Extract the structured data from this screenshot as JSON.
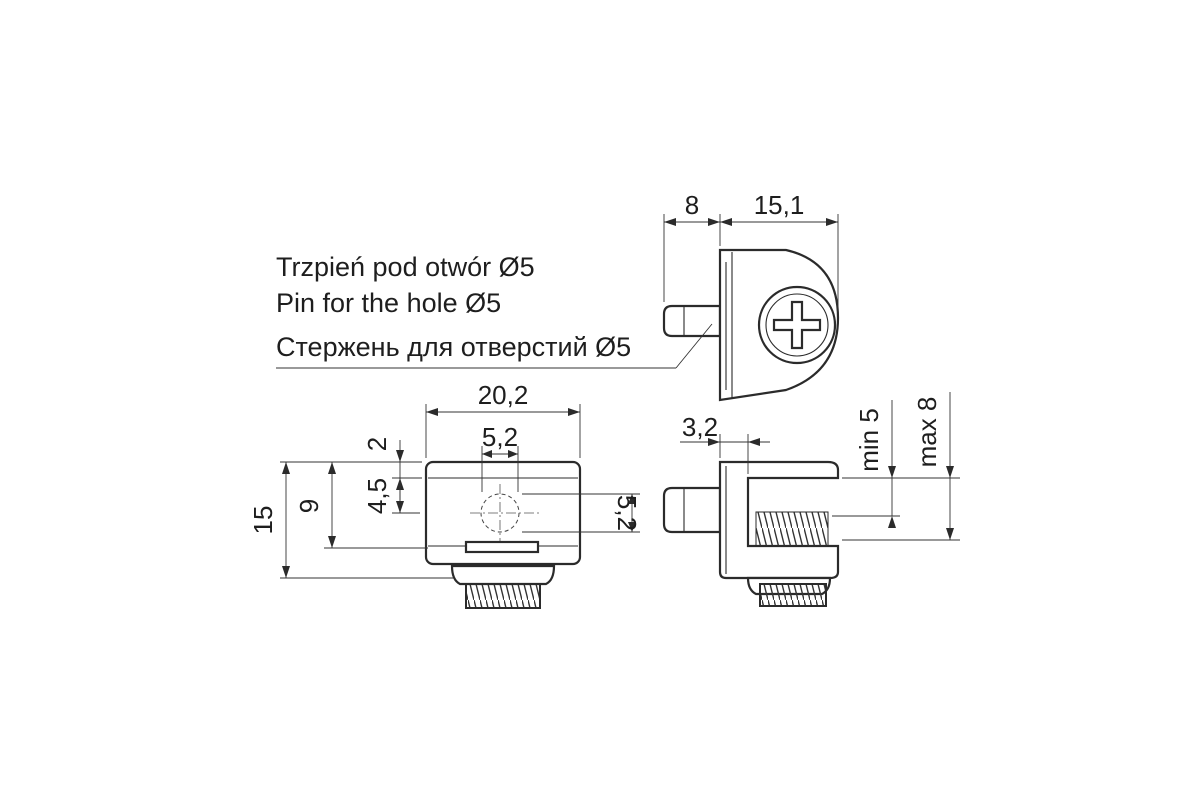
{
  "note": {
    "line_pl": "Trzpień pod otwór Ø5",
    "line_en": "Pin for the hole Ø5",
    "line_ru": "Стержень для отверстий  Ø5"
  },
  "dimensions": {
    "side_view": {
      "pin_length": "8",
      "body_depth": "15,1"
    },
    "front_view": {
      "width": "20,2",
      "hole_width": "5,2",
      "top_offset": "2",
      "hole_center_height": "4,5",
      "inner_height": "9",
      "overall_height": "15",
      "hole_height": "5,2"
    },
    "rear_view": {
      "wall_thickness": "3,2",
      "clamp_min": "min 5",
      "clamp_max": "max 8"
    }
  }
}
